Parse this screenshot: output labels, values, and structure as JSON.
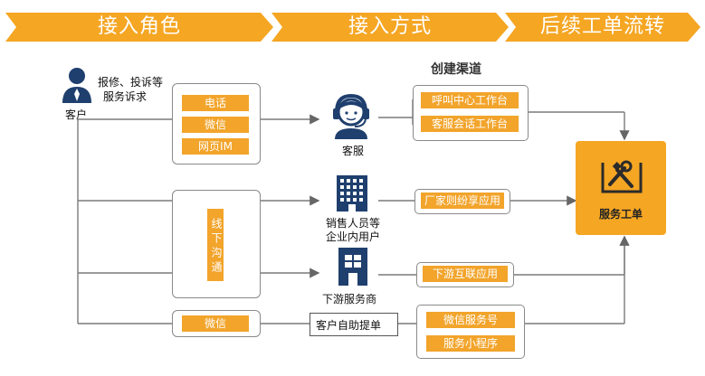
{
  "header": {
    "bands": [
      "接入角色",
      "接入方式",
      "后续工单流转"
    ],
    "color": "#f5a623"
  },
  "subheading": "创建渠道",
  "customer": {
    "label": "客户",
    "request": [
      "报修、投诉等",
      "服务诉求"
    ],
    "icon": "person-icon"
  },
  "methods": {
    "group1": [
      "电话",
      "微信",
      "网页IM"
    ],
    "offline": "线下沟通",
    "wechat": "微信"
  },
  "roles": {
    "agent": "客服",
    "sales": [
      "销售人员等",
      "企业内用户"
    ],
    "downstream": "下游服务商",
    "selfservice": "客户自助提单"
  },
  "channels": {
    "agent": [
      "呼叫中心工作台",
      "客服会话工作台"
    ],
    "sales": [
      "厂家则纷享应用"
    ],
    "downstream": [
      "下游互联应用"
    ],
    "self": [
      "微信服务号",
      "服务小程序"
    ]
  },
  "ticket": {
    "label": "服务工单",
    "icon": "wrench-screwdriver-icon",
    "color": "#f5a623"
  }
}
